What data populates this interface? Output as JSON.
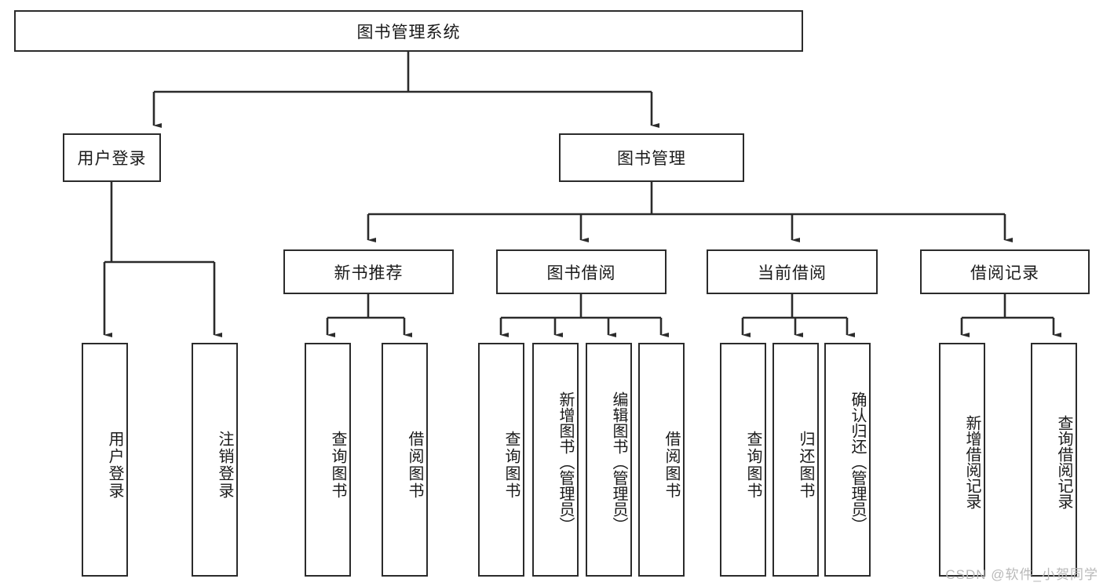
{
  "diagram": {
    "type": "tree",
    "title_node": "图书管理系统",
    "watermark": "CSDN @软件_小贺同学",
    "colors": {
      "border": "#2b2b2b",
      "background": "#ffffff",
      "text": "#1a1a1a",
      "watermark": "#b9b9b9"
    },
    "nodes": {
      "root": "图书管理系统",
      "level2": {
        "user_login": "用户登录",
        "book_manage": "图书管理"
      },
      "level3": {
        "new_book_rec": "新书推荐",
        "book_borrow": "图书借阅",
        "current_borrow": "当前借阅",
        "borrow_record": "借阅记录"
      },
      "leaves": {
        "user_login_1": "用户登录",
        "user_login_2": "注销登录",
        "new_book_rec_1": "查询图书",
        "new_book_rec_2": "借阅图书",
        "book_borrow_1": "查询图书",
        "book_borrow_2": "新增图书（管理员）",
        "book_borrow_3": "编辑图书（管理员）",
        "book_borrow_4": "借阅图书",
        "current_borrow_1": "查询图书",
        "current_borrow_2": "归还图书",
        "current_borrow_3": "确认归还（管理员）",
        "borrow_record_1": "新增借阅记录",
        "borrow_record_2": "查询借阅记录"
      }
    },
    "edges": [
      {
        "from": "root",
        "to": "user_login"
      },
      {
        "from": "root",
        "to": "book_manage"
      },
      {
        "from": "user_login",
        "to": "user_login_1"
      },
      {
        "from": "user_login",
        "to": "user_login_2"
      },
      {
        "from": "book_manage",
        "to": "new_book_rec"
      },
      {
        "from": "book_manage",
        "to": "book_borrow"
      },
      {
        "from": "book_manage",
        "to": "current_borrow"
      },
      {
        "from": "book_manage",
        "to": "borrow_record"
      },
      {
        "from": "new_book_rec",
        "to": "new_book_rec_1"
      },
      {
        "from": "new_book_rec",
        "to": "new_book_rec_2"
      },
      {
        "from": "book_borrow",
        "to": "book_borrow_1"
      },
      {
        "from": "book_borrow",
        "to": "book_borrow_2"
      },
      {
        "from": "book_borrow",
        "to": "book_borrow_3"
      },
      {
        "from": "book_borrow",
        "to": "book_borrow_4"
      },
      {
        "from": "current_borrow",
        "to": "current_borrow_1"
      },
      {
        "from": "current_borrow",
        "to": "current_borrow_2"
      },
      {
        "from": "current_borrow",
        "to": "current_borrow_3"
      },
      {
        "from": "borrow_record",
        "to": "borrow_record_1"
      },
      {
        "from": "borrow_record",
        "to": "borrow_record_2"
      }
    ]
  }
}
